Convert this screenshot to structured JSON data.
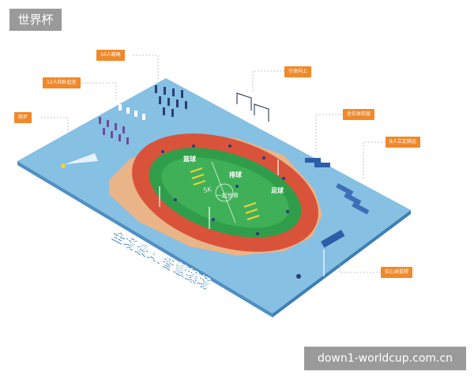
{
  "corner_tag": "世界杯",
  "watermark": "down1-worldcup.com.cn",
  "scene_title": "全场景AI智慧操场",
  "field_labels": [
    "篮球",
    "排球",
    "足球"
  ],
  "brand": "一起世界",
  "callouts": [
    {
      "id": "ten-person-skip",
      "text": "10人跳绳"
    },
    {
      "id": "twelve-person-situp",
      "text": "12人仰卧起坐"
    },
    {
      "id": "lead-body-up",
      "text": "引体向上"
    },
    {
      "id": "run",
      "text": "跑步"
    },
    {
      "id": "sit-reach",
      "text": "坐位体前屈"
    },
    {
      "id": "eight-person-standing-jump",
      "text": "8人立定跳远"
    },
    {
      "id": "solid-ball",
      "text": "实心球投掷"
    }
  ],
  "colors": {
    "platform_top": "#86c0e3",
    "platform_side": "#4f8fc4",
    "track": "#d9533a",
    "field": "#2f9d4a",
    "field_inner": "#3fb058",
    "callout": "#f0892a"
  }
}
